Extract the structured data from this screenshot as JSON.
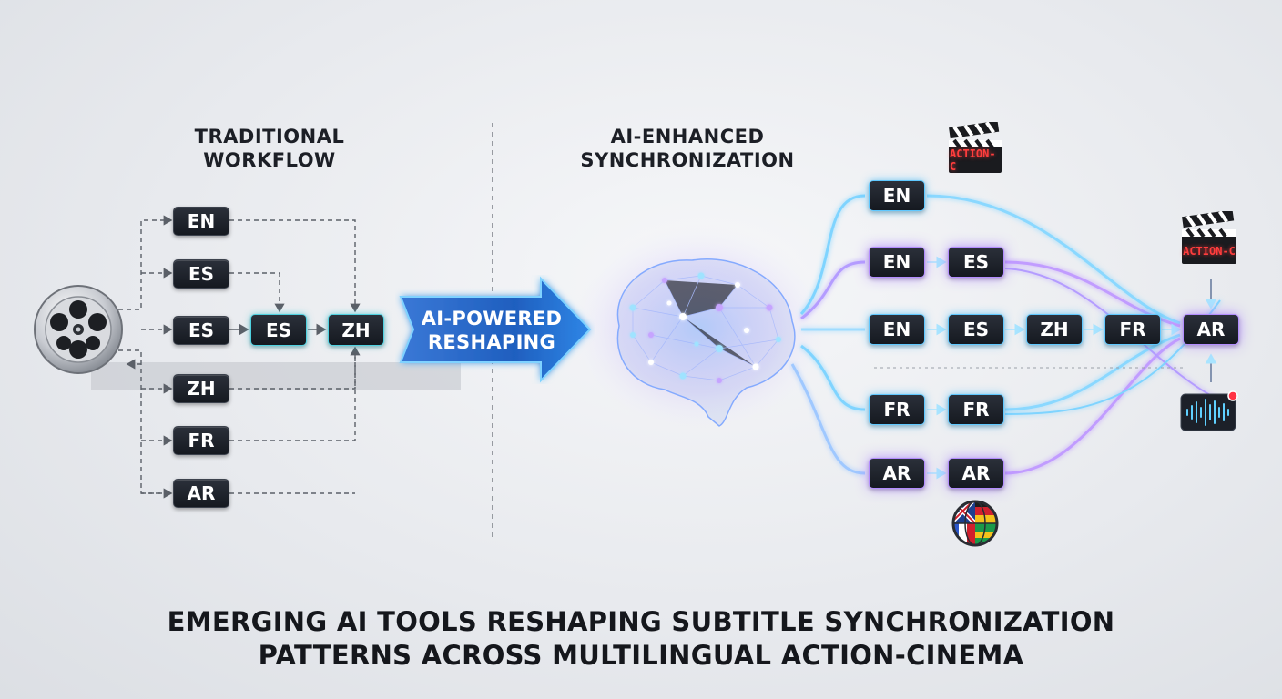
{
  "traditional": {
    "heading_line1": "TRADITIONAL",
    "heading_line2": "WORKFLOW",
    "langs": [
      "EN",
      "ES",
      "ES",
      "ZH",
      "FR",
      "AR"
    ],
    "mid_nodes": [
      "ES",
      "ZH"
    ]
  },
  "ai": {
    "heading_line1": "AI-ENHANCED",
    "heading_line2": "SYNCHRONIZATION",
    "row1": [
      "EN"
    ],
    "row2": [
      "EN",
      "ES"
    ],
    "row3": [
      "EN",
      "ES",
      "ZH",
      "FR",
      "AR"
    ],
    "row4": [
      "FR",
      "FR"
    ],
    "row5": [
      "AR",
      "AR"
    ],
    "clapper_label_1": "ACTION-C",
    "clapper_label_2": "ACTION-C"
  },
  "arrow": {
    "line1": "AI-POWERED",
    "line2": "RESHAPING"
  },
  "title": {
    "line1": "EMERGING AI TOOLS RESHAPING SUBTITLE SYNCHRONIZATION",
    "line2": "PATTERNS ACROSS MULTILINGUAL ACTION-CINEMA"
  },
  "colors": {
    "accent_blue": "#5fc8ff",
    "accent_purple": "#b38cff",
    "accent_teal": "#4fd1e0",
    "node_dark": "#1b1f27",
    "arrow_blue": "#1f5fbf"
  },
  "icons": [
    "film-reel-icon",
    "neural-brain-icon",
    "clapperboard-icon",
    "audio-waveform-icon",
    "globe-flags-icon"
  ]
}
